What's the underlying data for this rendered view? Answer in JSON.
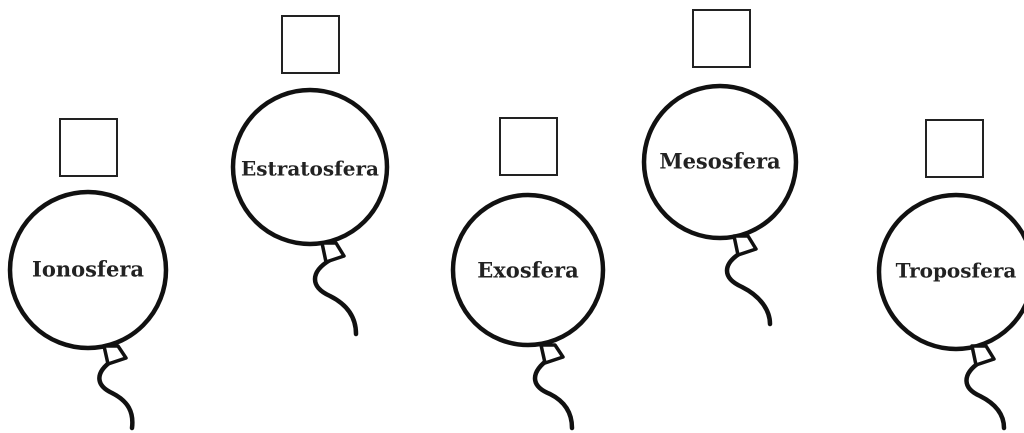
{
  "worksheet": {
    "balloons": [
      {
        "label": "Ionosfera"
      },
      {
        "label": "Estratosfera"
      },
      {
        "label": "Exosfera"
      },
      {
        "label": "Mesosfera"
      },
      {
        "label": "Troposfera"
      }
    ]
  }
}
